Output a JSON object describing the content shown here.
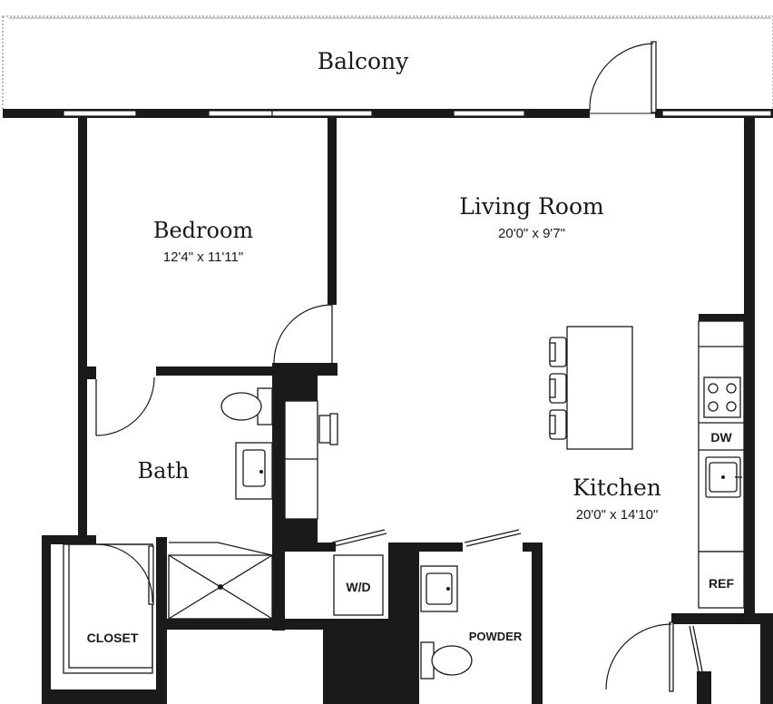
{
  "rooms": {
    "balcony": {
      "name": "Balcony"
    },
    "living_room": {
      "name": "Living Room",
      "dimensions": "20'0\" x 9'7\""
    },
    "bedroom": {
      "name": "Bedroom",
      "dimensions": "12'4\" x 11'11\""
    },
    "bath": {
      "name": "Bath"
    },
    "kitchen": {
      "name": "Kitchen",
      "dimensions": "20'0\" x 14'10\""
    },
    "closet": {
      "name": "CLOSET"
    },
    "powder": {
      "name": "POWDER"
    },
    "laundry": {
      "name": "W/D"
    }
  },
  "appliances": {
    "dishwasher": "DW",
    "refrigerator": "REF"
  },
  "colors": {
    "wall": "#1a1a1a",
    "background": "#ffffff"
  }
}
